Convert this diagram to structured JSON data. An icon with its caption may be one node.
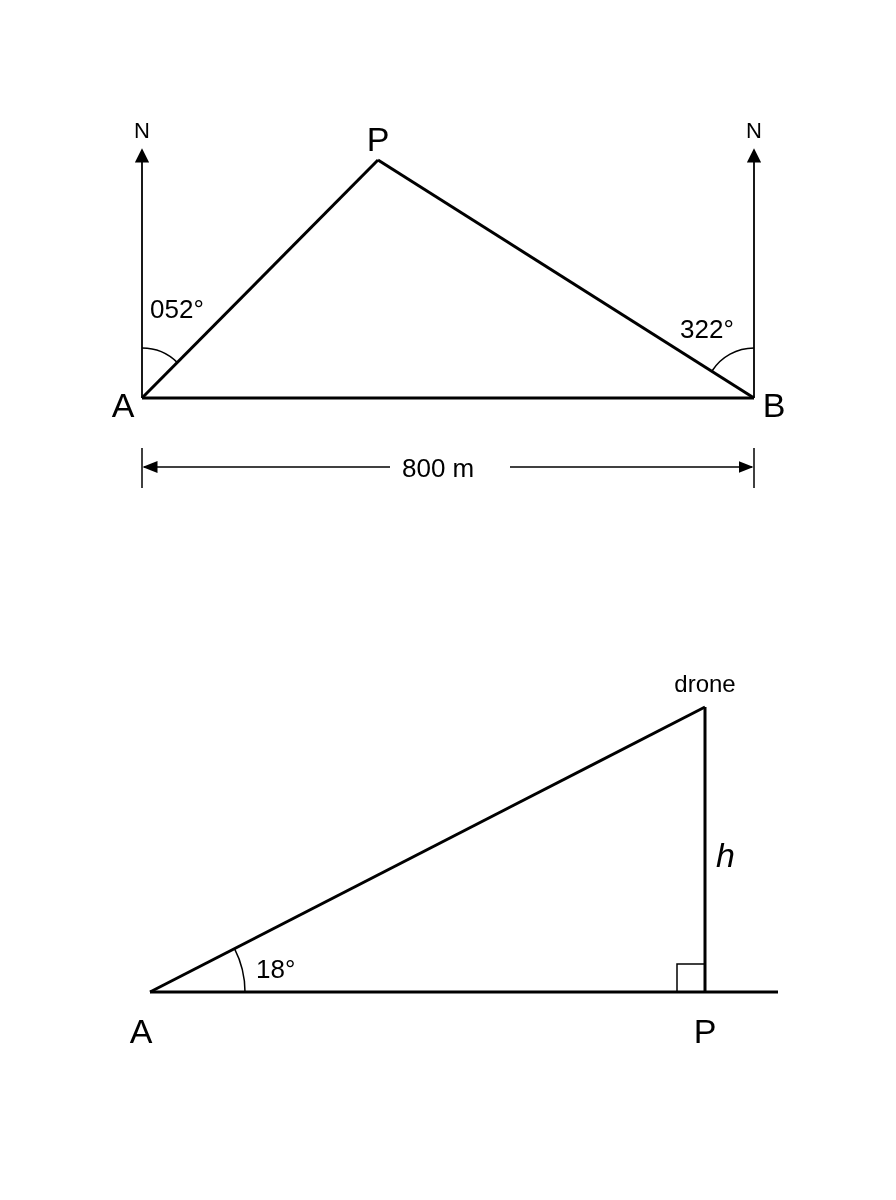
{
  "diagram": {
    "nodes": [
      {
        "text": [
          "A"
        ]
      },
      {
        "text": [
          "P"
        ]
      },
      {
        "text": [
          "B"
        ]
      },
      {
        "text": [
          "N"
        ]
      },
      {
        "text": [
          "N"
        ]
      },
      {
        "text": [
          "A"
        ]
      },
      {
        "text": [
          "drone"
        ]
      },
      {
        "text": [
          "P"
        ]
      }
    ],
    "edges": [
      {
        "from": 0,
        "to": 1,
        "arrow": "none"
      },
      {
        "from": 1,
        "to": 2,
        "arrow": "none"
      },
      {
        "from": 0,
        "to": 2,
        "arrow": "none"
      },
      {
        "from": 0,
        "to": 3,
        "arrow": "to"
      },
      {
        "from": 2,
        "to": 4,
        "arrow": "to"
      },
      {
        "from": 5,
        "to": 6,
        "arrow": "none"
      },
      {
        "from": 6,
        "to": 7,
        "arrow": "none",
        "label": "h"
      },
      {
        "from": 5,
        "to": 7,
        "arrow": "none"
      }
    ],
    "labels": [
      "052°",
      "322°",
      "800 m",
      "18°"
    ]
  }
}
